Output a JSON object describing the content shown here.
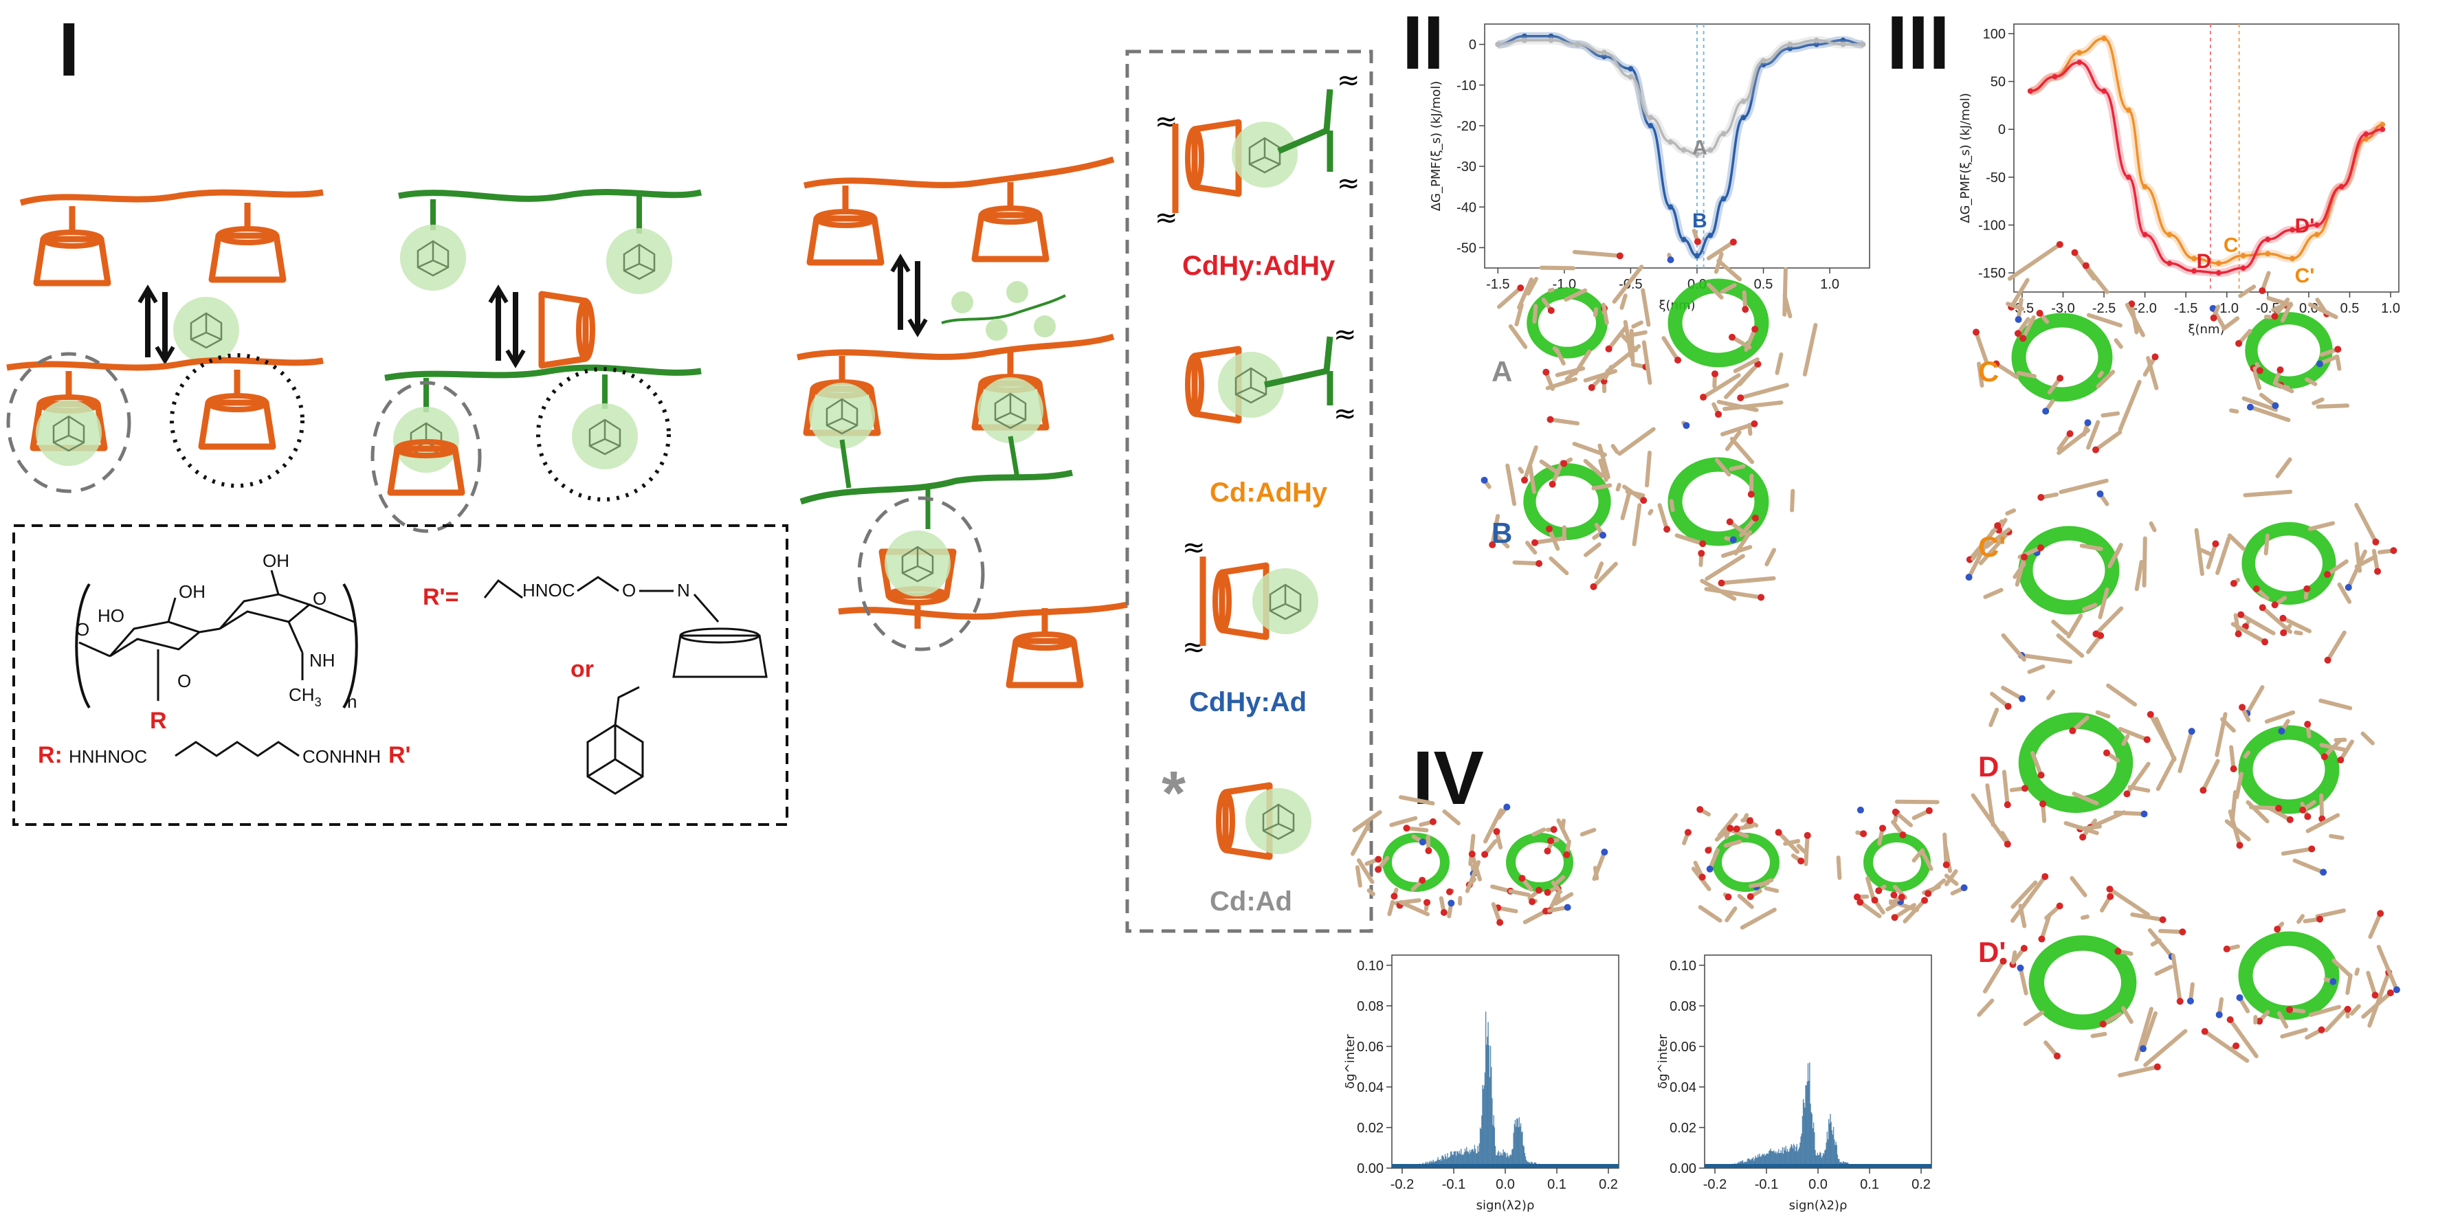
{
  "panels": {
    "p1": "I",
    "p2": "II",
    "p3": "III",
    "p4": "IV"
  },
  "complex_labels": [
    {
      "text": "CdHy:AdHy",
      "color": "#e0202a"
    },
    {
      "text": "Cd:AdHy",
      "color": "#f08a10"
    },
    {
      "text": "CdHy:Ad",
      "color": "#2a5ea8"
    },
    {
      "text": "Cd:Ad",
      "color": "#909090"
    }
  ],
  "asterisk": "*",
  "chem": {
    "rprime": "R'=",
    "rprime_chain": "HNOC",
    "rprime_o": "O",
    "rprime_n": "N",
    "or": "or",
    "r_label": "R:",
    "r_chain_left": "HNHNOC",
    "r_chain_right": "CONHNH",
    "r_end": "R'",
    "oh1": "OH",
    "oh2": "OH",
    "ho": "HO",
    "o_ring": "O",
    "o_link": "O",
    "nh": "NH",
    "ch3": "CH",
    "sub3": "3",
    "sub_n": "n",
    "r_sub": "R",
    "o_carbonyl": "O"
  },
  "structure_labels": {
    "A": {
      "text": "A",
      "color": "#8c8c8c"
    },
    "B": {
      "text": "B",
      "color": "#2a5ea8"
    },
    "C": {
      "text": "C",
      "color": "#f08a10"
    },
    "Cp": {
      "text": "C'",
      "color": "#f08a10"
    },
    "D": {
      "text": "D",
      "color": "#e0202a"
    },
    "Dp": {
      "text": "D'",
      "color": "#e0202a"
    }
  },
  "chart_data": [
    {
      "type": "line",
      "ylabel": "ΔG_PMF(ξ_s) (kJ/mol)",
      "xlabel": "ξ(nm)",
      "xlim": [
        -1.6,
        1.3
      ],
      "ylim": [
        -55,
        5
      ],
      "xticks": [
        "-1.5",
        "-1.0",
        "-0.5",
        "0.0",
        "0.5",
        "1.0"
      ],
      "yticks": [
        "0",
        "-10",
        "-20",
        "-30",
        "-40",
        "-50"
      ],
      "annotations": [
        {
          "text": "A",
          "x": 0.02,
          "y": -27,
          "color": "#8c8c8c"
        },
        {
          "text": "B",
          "x": 0.02,
          "y": -45,
          "color": "#2a5ea8"
        }
      ],
      "series": [
        {
          "color": "#2a5ea8",
          "x": [
            -1.5,
            -1.3,
            -1.1,
            -0.9,
            -0.7,
            -0.5,
            -0.35,
            -0.2,
            -0.1,
            0.0,
            0.1,
            0.2,
            0.35,
            0.5,
            0.7,
            0.9,
            1.1,
            1.25
          ],
          "y": [
            0,
            2,
            2,
            0,
            -3,
            -6,
            -20,
            -40,
            -48,
            -52,
            -47,
            -38,
            -18,
            -5,
            -1,
            0,
            1,
            0
          ]
        },
        {
          "color": "#b8b8b8",
          "x": [
            -1.5,
            -1.3,
            -1.1,
            -0.9,
            -0.7,
            -0.5,
            -0.35,
            -0.2,
            -0.1,
            0.0,
            0.1,
            0.2,
            0.35,
            0.5,
            0.7,
            0.9,
            1.1,
            1.25
          ],
          "y": [
            0,
            1,
            1,
            0,
            -2,
            -8,
            -18,
            -24,
            -26,
            -27,
            -26,
            -22,
            -14,
            -4,
            0,
            1,
            0,
            0
          ]
        }
      ]
    },
    {
      "type": "line",
      "ylabel": "ΔG_PMF(ξ_s) (kJ/mol)",
      "xlabel": "ξ(nm)",
      "xlim": [
        -3.6,
        1.1
      ],
      "ylim": [
        -170,
        110
      ],
      "xticks": [
        "-3.5",
        "-3.0",
        "-2.5",
        "-2.0",
        "-1.5",
        "-1.0",
        "-0.5",
        "0.0",
        "0.5",
        "1.0"
      ],
      "yticks": [
        "100",
        "50",
        "0",
        "-50",
        "-100",
        "-150"
      ],
      "annotations": [
        {
          "text": "C",
          "x": -0.95,
          "y": -128,
          "color": "#f08a10"
        },
        {
          "text": "D'",
          "x": -0.05,
          "y": -108,
          "color": "#e0202a"
        },
        {
          "text": "D",
          "x": -1.28,
          "y": -145,
          "color": "#e0202a"
        },
        {
          "text": "C'",
          "x": -0.05,
          "y": -160,
          "color": "#f08a10"
        }
      ],
      "series": [
        {
          "color": "#f0902a",
          "x": [
            -3.4,
            -3.1,
            -2.8,
            -2.5,
            -2.2,
            -2.0,
            -1.7,
            -1.4,
            -1.1,
            -0.8,
            -0.5,
            -0.2,
            0.1,
            0.4,
            0.7,
            0.9
          ],
          "y": [
            40,
            55,
            80,
            95,
            20,
            -60,
            -110,
            -135,
            -140,
            -132,
            -130,
            -135,
            -110,
            -60,
            -10,
            5
          ]
        },
        {
          "color": "#e8283a",
          "x": [
            -3.4,
            -3.1,
            -2.8,
            -2.5,
            -2.2,
            -2.0,
            -1.7,
            -1.4,
            -1.1,
            -0.8,
            -0.5,
            -0.2,
            0.1,
            0.4,
            0.7,
            0.9
          ],
          "y": [
            40,
            55,
            70,
            40,
            -50,
            -110,
            -140,
            -148,
            -150,
            -145,
            -115,
            -105,
            -100,
            -60,
            -5,
            0
          ]
        }
      ]
    },
    {
      "type": "scatter",
      "ylabel": "δg^inter",
      "xlabel": "sign(λ2)ρ",
      "xlim": [
        -0.22,
        0.22
      ],
      "ylim": [
        0,
        0.105
      ],
      "xticks": [
        "-0.2",
        "-0.1",
        "0.0",
        "0.1",
        "0.2"
      ],
      "yticks": [
        "0.00",
        "0.02",
        "0.04",
        "0.06",
        "0.08",
        "0.10"
      ],
      "peaks": [
        {
          "x": -0.035,
          "y": 0.082
        },
        {
          "x": 0.025,
          "y": 0.032
        }
      ]
    },
    {
      "type": "scatter",
      "ylabel": "δg^inter",
      "xlabel": "sign(λ2)ρ",
      "xlim": [
        -0.22,
        0.22
      ],
      "ylim": [
        0,
        0.105
      ],
      "xticks": [
        "-0.2",
        "-0.1",
        "0.0",
        "0.1",
        "0.2"
      ],
      "yticks": [
        "0.00",
        "0.02",
        "0.04",
        "0.06",
        "0.08",
        "0.10"
      ],
      "peaks": [
        {
          "x": -0.02,
          "y": 0.058
        },
        {
          "x": 0.025,
          "y": 0.028
        }
      ]
    }
  ]
}
